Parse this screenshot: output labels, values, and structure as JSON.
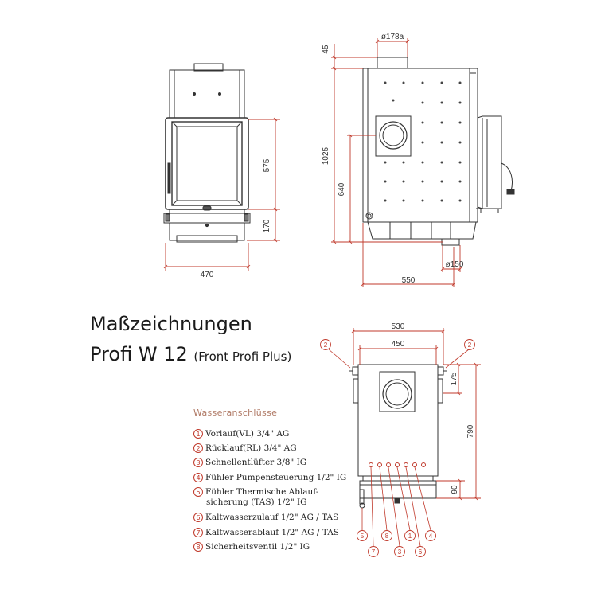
{
  "title": {
    "line1": "Maßzeichnungen",
    "line2_main": "Profi W 12",
    "line2_sub": "(Front Profi Plus)"
  },
  "colors": {
    "dimension": "#c0392b",
    "line": "#333333"
  },
  "views": {
    "front": {
      "dims": {
        "width": "470",
        "window": "575",
        "base": "170"
      }
    },
    "side": {
      "dims": {
        "top": "45",
        "height": "1025",
        "mid": "640",
        "depth": "550",
        "top_dia": "ø178a",
        "bottom_dia": "ø150"
      }
    },
    "back": {
      "dims": {
        "outer": "530",
        "inner": "450",
        "top": "175",
        "height": "790",
        "bottom": "90"
      },
      "side_markers": [
        "2",
        "2"
      ],
      "bottom_markers": [
        "5",
        "7",
        "8",
        "3",
        "1",
        "6",
        "4"
      ]
    }
  },
  "legend": {
    "title": "Wasseranschlüsse",
    "items": [
      {
        "num": "1",
        "text": "Vorlauf(VL) 3/4\" AG"
      },
      {
        "num": "2",
        "text": "Rücklauf(RL) 3/4\" AG"
      },
      {
        "num": "3",
        "text": "Schnellentlüfter 3/8\" IG"
      },
      {
        "num": "4",
        "text": "Fühler Pumpensteuerung 1/2\" IG"
      },
      {
        "num": "5",
        "text": "Fühler Thermische Ablauf-",
        "cont": "sicherung (TAS) 1/2\" IG"
      },
      {
        "num": "6",
        "text": "Kaltwasserzulauf 1/2\" AG / TAS"
      },
      {
        "num": "7",
        "text": "Kaltwasserablauf 1/2\" AG / TAS"
      },
      {
        "num": "8",
        "text": "Sicherheitsventil 1/2\" IG"
      }
    ]
  }
}
